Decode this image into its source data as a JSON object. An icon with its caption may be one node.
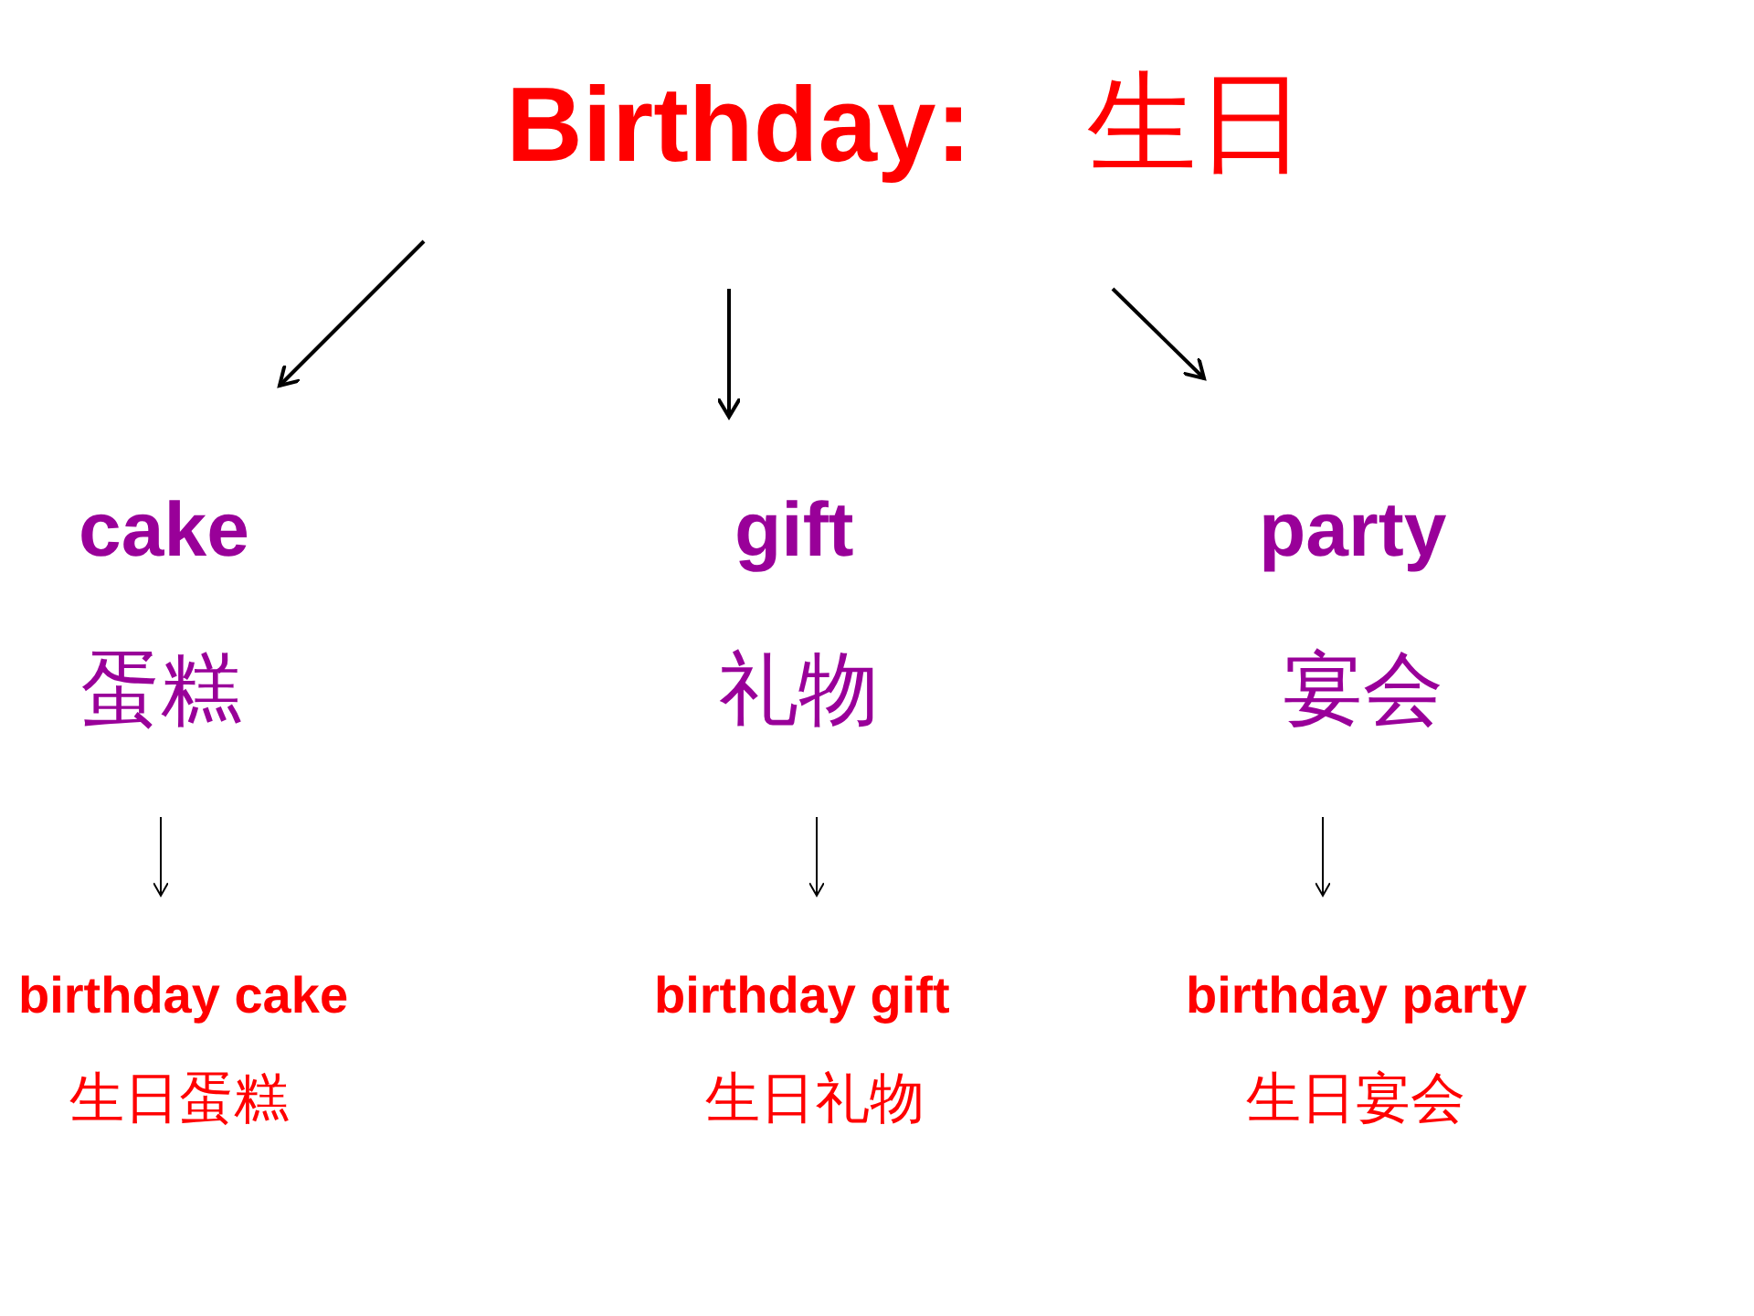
{
  "diagram": {
    "nodes": [
      {
        "text": [
          "Birthday:",
          "生日"
        ]
      },
      {
        "text": [
          "cake",
          "蛋糕"
        ]
      },
      {
        "text": [
          "gift",
          "礼物"
        ]
      },
      {
        "text": [
          "party",
          "宴会"
        ]
      },
      {
        "text": [
          "birthday cake",
          "生日蛋糕"
        ]
      },
      {
        "text": [
          "birthday gift",
          "生日礼物"
        ]
      },
      {
        "text": [
          "birthday party",
          "生日宴会"
        ]
      }
    ],
    "edges": [
      {
        "from": 0,
        "to": 1,
        "arrow": "to"
      },
      {
        "from": 0,
        "to": 2,
        "arrow": "to"
      },
      {
        "from": 0,
        "to": 3,
        "arrow": "to"
      },
      {
        "from": 1,
        "to": 4,
        "arrow": "to"
      },
      {
        "from": 2,
        "to": 5,
        "arrow": "to"
      },
      {
        "from": 3,
        "to": 6,
        "arrow": "to"
      }
    ]
  }
}
